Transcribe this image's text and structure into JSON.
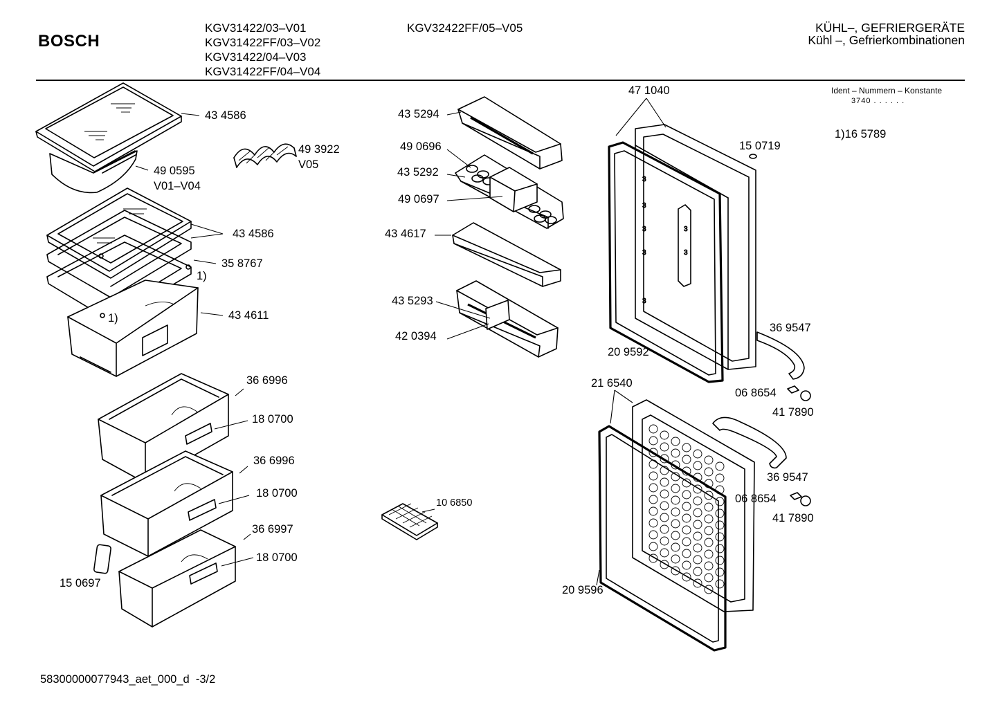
{
  "header": {
    "logo": "BOSCH",
    "models_left": [
      "KGV31422/03–V01",
      "KGV31422FF/03–V02",
      "KGV31422/04–V03",
      "KGV31422FF/04–V04"
    ],
    "model_right": "KGV32422FF/05–V05",
    "title_line1": "KÜHL–, GEFRIERGERÄTE",
    "title_line2": "Kühl –, Gefrierkombinationen"
  },
  "ident": {
    "label": "Ident – Nummern – Konstante",
    "value": "3740 .  .   .  .  .  ."
  },
  "parts": {
    "p434586a": "43 4586",
    "p493922": "49 3922",
    "v05": "V05",
    "p490595": "49 0595",
    "v01v04": "V01–V04",
    "p434586b": "43 4586",
    "p358767": "35 8767",
    "note1a": "1)",
    "note1b": "1)",
    "p434611": "43 4611",
    "p366996a": "36 6996",
    "p180700a": "18 0700",
    "p366996b": "36 6996",
    "p180700b": "18 0700",
    "p366997": "36 6997",
    "p180700c": "18 0700",
    "p150697": "15 0697",
    "p435294": "43 5294",
    "p490696": "49 0696",
    "p435292": "43 5292",
    "p490697": "49 0697",
    "p434617": "43 4617",
    "p435293": "43 5293",
    "p420394": "42 0394",
    "p106850": "10 6850",
    "p471040": "47 1040",
    "p150719": "15 0719",
    "note165789": "1)16 5789",
    "p369547a": "36 9547",
    "p209592": "20 9592",
    "p216540": "21 6540",
    "p068654a": "06 8654",
    "p417890a": "41 7890",
    "p369547b": "36 9547",
    "p068654b": "06 8654",
    "p417890b": "41 7890",
    "p209596": "20 9596"
  },
  "footer": {
    "doc_id": "58300000077943_aet_000_d",
    "page": "-3/2"
  }
}
